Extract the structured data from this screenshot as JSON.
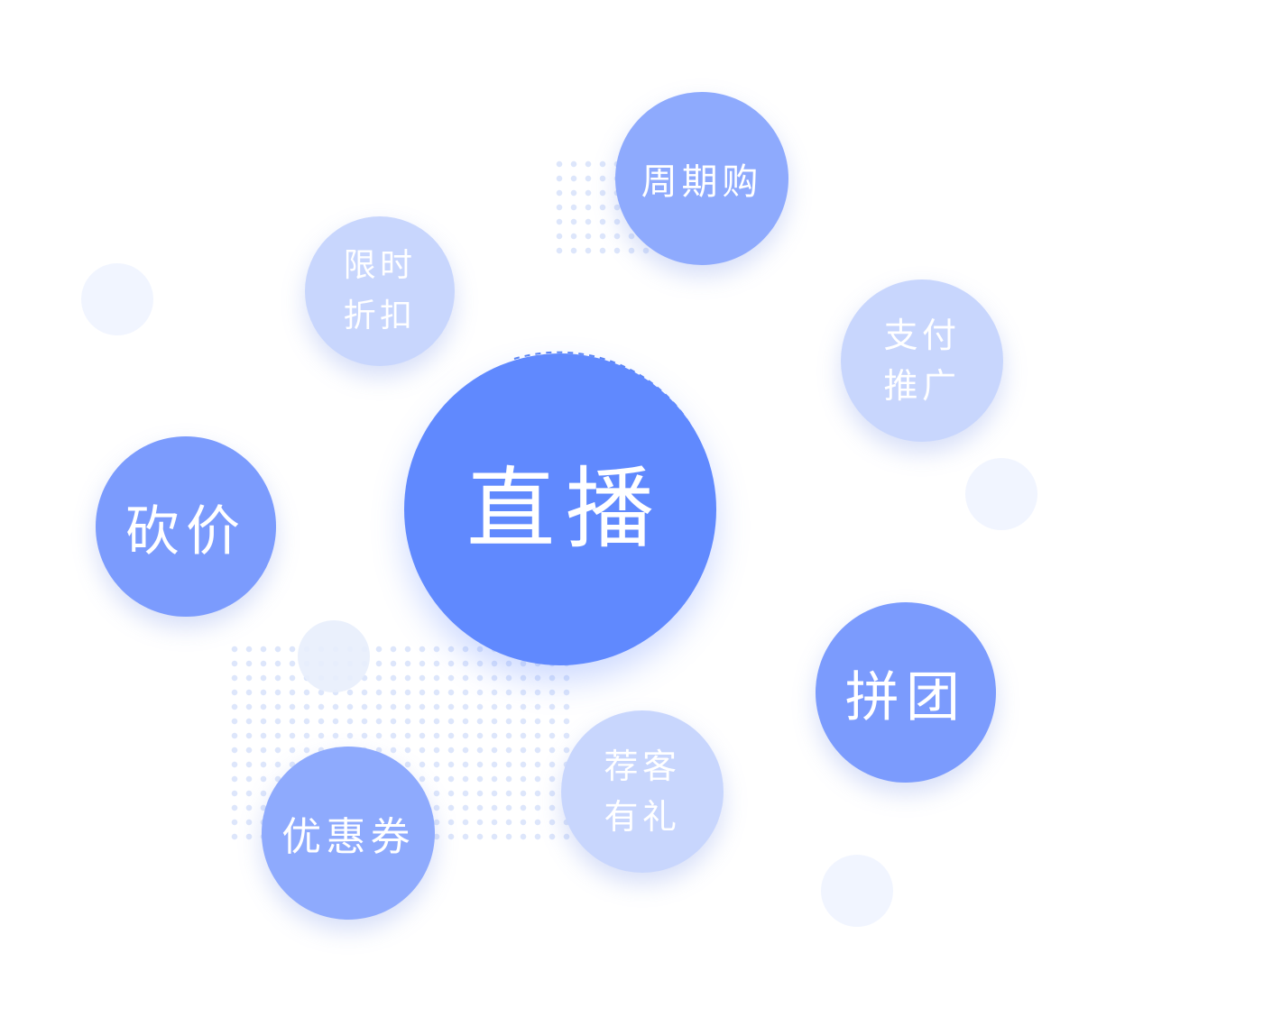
{
  "colors": {
    "primary": "#6089fe",
    "medium": "#7b9bfd",
    "soft": "#8eaafd",
    "light": "#c8d6fd",
    "decor": "#f1f5ff",
    "dots": "#dde6fb",
    "dashed_ring": "#5b85f4",
    "text": "#ffffff"
  },
  "center": {
    "label": "直播"
  },
  "bubbles": {
    "zhouqigou": "周期购",
    "xianshi_zhekou": "限时\n折扣",
    "zhifu_tuiguang": "支付\n推广",
    "kanjia": "砍价",
    "pintuan": "拼团",
    "jianke_youli": "荐客\n有礼",
    "youhuiquan": "优惠券"
  }
}
